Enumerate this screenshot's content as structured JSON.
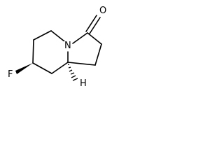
{
  "molecule": {
    "atoms": [
      {
        "id": "F",
        "symbol": "F"
      },
      {
        "id": "N",
        "symbol": "N"
      },
      {
        "id": "O",
        "symbol": "O"
      },
      {
        "id": "H",
        "symbol": "H"
      }
    ],
    "colors": {
      "bond": "#000000",
      "background": "#ffffff"
    }
  }
}
